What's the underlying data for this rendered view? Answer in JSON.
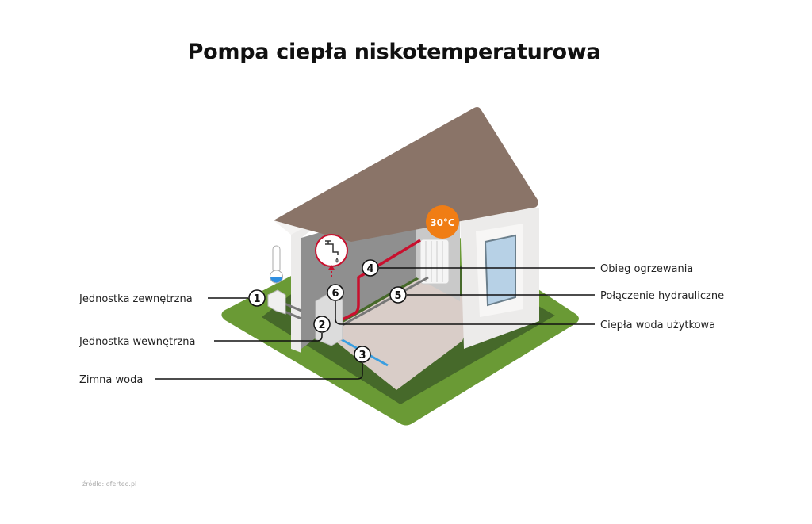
{
  "title": "Pompa ciepła niskotemperaturowa",
  "temperature_badge": "30°C",
  "labels": {
    "1": "Jednostka zewnętrzna",
    "2": "Jednostka wewnętrzna",
    "3": "Zimna woda",
    "4": "Obieg ogrzewania",
    "5": "Połączenie hydrauliczne",
    "6": "Ciepła woda użytkowa"
  },
  "markers": [
    "1",
    "2",
    "3",
    "4",
    "5",
    "6"
  ],
  "source": "źródło: oferteo.pl",
  "colors": {
    "roof": "#8a7468",
    "grass": "#6a9a35",
    "grass_dark": "#46692a",
    "wall": "#ecebea",
    "interior": "#9a9a9a",
    "floor": "#d9cdc8",
    "hot_pipe": "#c8102e",
    "cold_pipe": "#3a9ee0",
    "badge": "#f07d14"
  }
}
